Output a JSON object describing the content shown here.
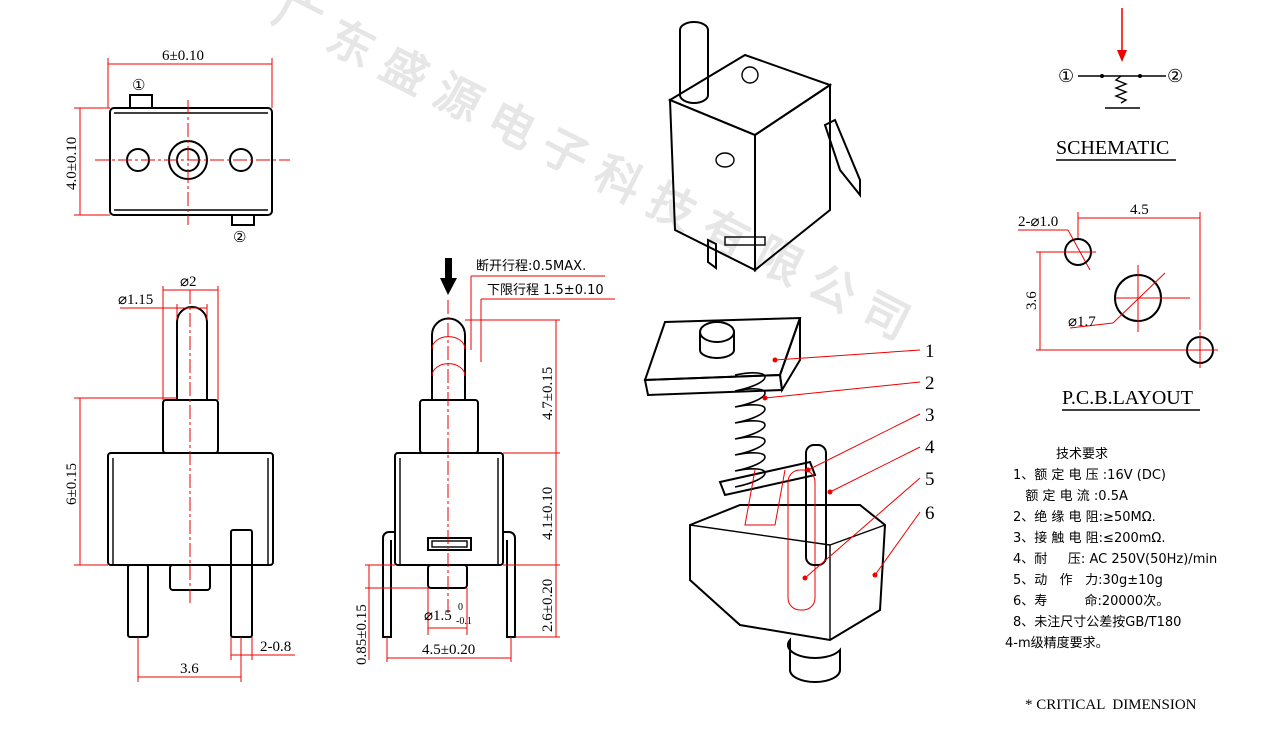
{
  "watermark": "广东盛源电子科技有限公司",
  "top_view": {
    "width_dim": "6±0.10",
    "height_dim": "4.0±0.10",
    "pin1": "①",
    "pin2": "②"
  },
  "front_view": {
    "dia_top": "⌀2",
    "dia_stem": "⌀1.15",
    "height_dim": "6±0.15",
    "pitch": "3.6",
    "pin_width": "2-0.8"
  },
  "side_view": {
    "open_travel": "断开行程:0.5MAX.",
    "limit_travel": "下限行程  1.5±0.10",
    "dim_upper": "4.7±0.15",
    "dim_body": "4.1±0.10",
    "dim_pins": "2.6±0.20",
    "dim_offset": "0.85±0.15",
    "dim_width": "4.5±0.20",
    "dia_bottom": "⌀1.5",
    "dia_tol_upper": "0",
    "dia_tol_lower": "-0.1"
  },
  "exploded_labels": [
    "1",
    "2",
    "3",
    "4",
    "5",
    "6"
  ],
  "schematic": {
    "title": "SCHEMATIC",
    "pin1": "①",
    "pin2": "②"
  },
  "pcb": {
    "title": "P.C.B.LAYOUT",
    "hole_small": "2-⌀1.0",
    "hole_large": "⌀1.7",
    "spacing_h": "4.5",
    "spacing_v": "3.6"
  },
  "specs": {
    "title": "技术要求",
    "lines": [
      "1、额 定 电 压 :16V (DC)",
      "   额 定 电 流 :0.5A",
      "2、绝 缘 电 阻:≥50MΩ.",
      "3、接 触 电 阻:≤200mΩ.",
      "4、耐     压: AC 250V(50Hz)/min",
      "5、动   作   力:30g±10g",
      "6、寿         命:20000次。",
      "8、未注尺寸公差按GB/T180",
      "4-m级精度要求。"
    ]
  },
  "footer_note": "* CRITICAL  DIMENSION"
}
